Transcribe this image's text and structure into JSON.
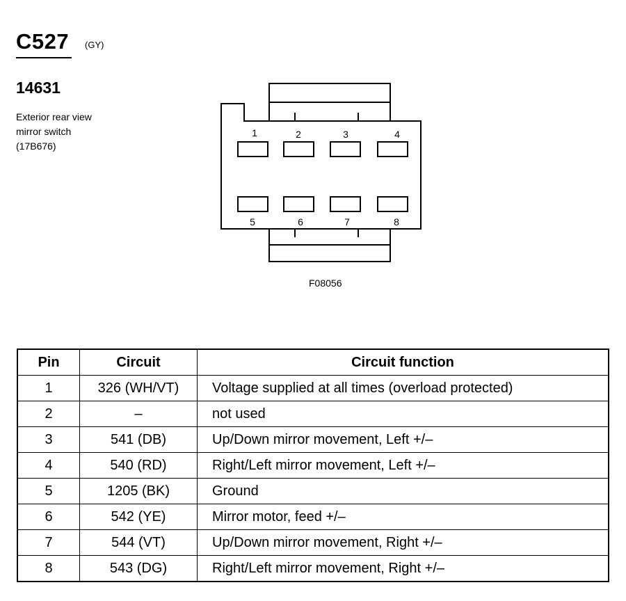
{
  "connector": {
    "id": "C527",
    "color_code": "(GY)",
    "part_number": "14631",
    "description_lines": [
      "Exterior rear view",
      "mirror switch",
      "(17B676)"
    ]
  },
  "diagram": {
    "figure_id": "F08056",
    "pin_labels": [
      "1",
      "2",
      "3",
      "4",
      "5",
      "6",
      "7",
      "8"
    ]
  },
  "table": {
    "headers": [
      "Pin",
      "Circuit",
      "Circuit function"
    ],
    "rows": [
      {
        "pin": "1",
        "circuit": "326 (WH/VT)",
        "function": "Voltage supplied at all times (overload protected)"
      },
      {
        "pin": "2",
        "circuit": "–",
        "function": "not used"
      },
      {
        "pin": "3",
        "circuit": "541 (DB)",
        "function": "Up/Down mirror movement, Left +/–"
      },
      {
        "pin": "4",
        "circuit": "540 (RD)",
        "function": "Right/Left mirror movement, Left +/–"
      },
      {
        "pin": "5",
        "circuit": "1205 (BK)",
        "function": "Ground"
      },
      {
        "pin": "6",
        "circuit": "542 (YE)",
        "function": "Mirror motor, feed +/–"
      },
      {
        "pin": "7",
        "circuit": "544 (VT)",
        "function": "Up/Down mirror movement, Right +/–"
      },
      {
        "pin": "8",
        "circuit": "543 (DG)",
        "function": "Right/Left mirror movement, Right +/–"
      }
    ]
  }
}
